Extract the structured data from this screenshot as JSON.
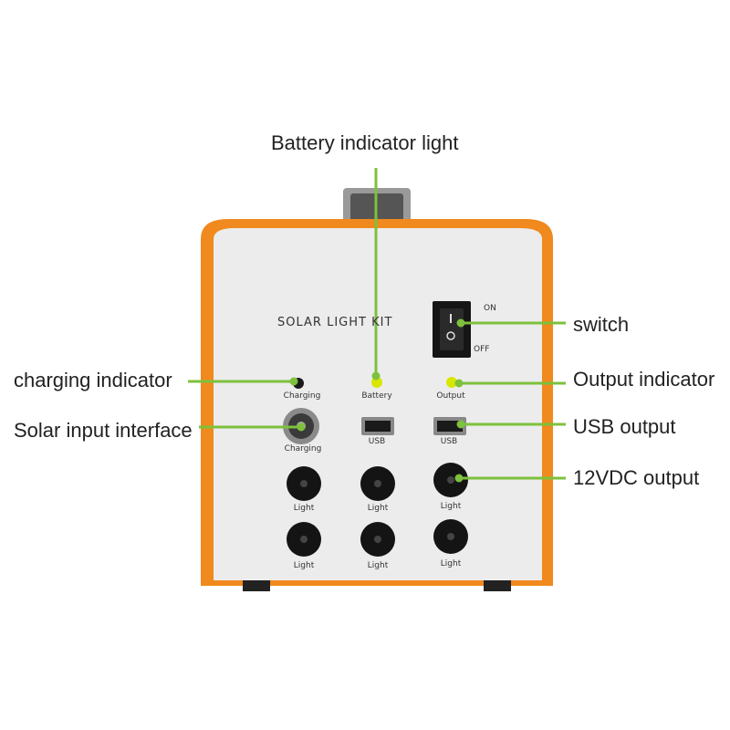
{
  "device": {
    "title": "SOLAR LIGHT KIT",
    "switch_on": "ON",
    "switch_off": "OFF",
    "indicators": {
      "charging": "Charging",
      "battery": "Battery",
      "output": "Output"
    },
    "solar_port_label": "Charging",
    "usb_label": "USB",
    "light_label": "Light",
    "colors": {
      "housing": "#f0891e",
      "panel": "#ececec",
      "led_on": "#d8e600",
      "callout_line": "#7dc13c"
    }
  },
  "callouts": {
    "battery_indicator": "Battery indicator light",
    "switch": "switch",
    "charging_indicator": "charging indicator",
    "output_indicator": "Output indicator",
    "solar_input": "Solar input interface",
    "usb_output": "USB output",
    "dc_output": "12VDC output"
  }
}
